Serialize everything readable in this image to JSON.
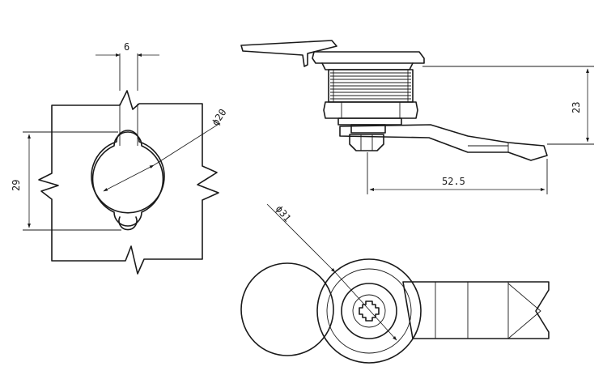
{
  "dimensions": {
    "slot_width": "6",
    "hole_diameter": "ϕ20",
    "cutout_height": "29",
    "body_height": "23",
    "cam_length": "52.5",
    "cam_diameter": "ϕ31"
  },
  "colors": {
    "line": "#1a1a1a",
    "background": "#ffffff"
  },
  "icons": {
    "arrowhead": "arrowhead-icon",
    "key_slot": "cross-key-slot-icon"
  }
}
